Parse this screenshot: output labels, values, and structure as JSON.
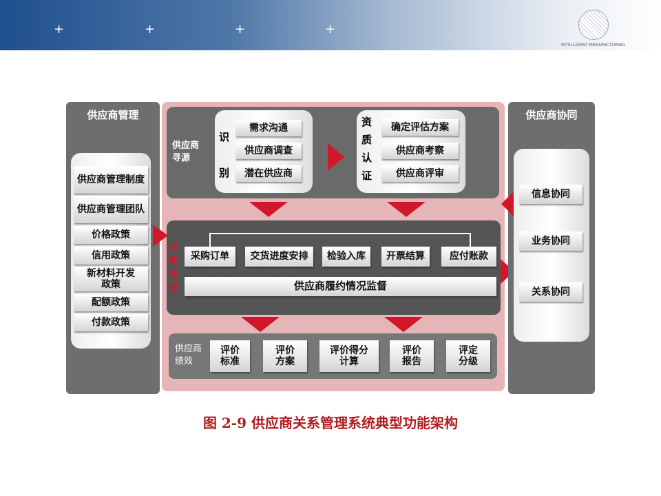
{
  "header": {
    "brand": "INTELLIGENT MANUFACTURING"
  },
  "left": {
    "title": "供应商管理",
    "items": [
      "供应商管理制度",
      "供应商管理团队",
      "价格政策",
      "信用政策",
      "新材料开发政策",
      "配额政策",
      "付款政策"
    ]
  },
  "sourcing": {
    "label": "供应商寻源",
    "identify_label": [
      "识",
      "别"
    ],
    "identify_steps": [
      "需求沟通",
      "供应商调查",
      "潜在供应商"
    ],
    "cert_label": [
      "资",
      "质",
      "认",
      "证"
    ],
    "cert_steps": [
      "确定评估方案",
      "供应商考察",
      "供应商评审"
    ]
  },
  "procurement": {
    "label": "采购管理",
    "steps": [
      "采购订单",
      "交货进度安排",
      "检验入库",
      "开票结算",
      "应付账款"
    ],
    "monitor": "供应商履约情况监督"
  },
  "performance": {
    "label": "供应商绩效",
    "steps": [
      "评价标准",
      "评价方案",
      "评价得分计算",
      "评价报告",
      "评定分级"
    ]
  },
  "right": {
    "title": "供应商协同",
    "items": [
      "信息协同",
      "业务协同",
      "关系协同"
    ]
  },
  "caption": "图 2-9 供应商关系管理系统典型功能架构",
  "colors": {
    "accent": "#d0182a",
    "panel": "#6e6e6e",
    "pink": "#e6b5b7"
  }
}
